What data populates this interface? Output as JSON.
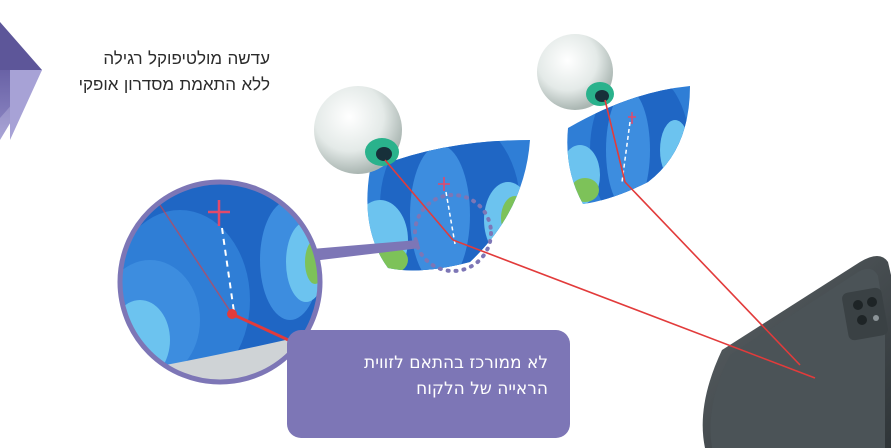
{
  "caption": {
    "line1": "עדשה מולטיפוקל רגילה",
    "line2": "ללא התאמת מסדרון אופקי"
  },
  "callout": {
    "line1": "לא ממורכז בהתאם לזווית",
    "line2": "הראייה של הלקוח"
  },
  "colors": {
    "brand_purple": "#7d76b6",
    "lens_blue": "#2f7ed6",
    "lens_light": "#6cc3ef",
    "lens_green": "#7dc259",
    "ray_red": "#e23b3b",
    "iris": "#2ab28c"
  },
  "icons": [
    "chevron-arrow-icon",
    "eyeball-icon",
    "progressive-lens-icon",
    "smartphone-icon",
    "magnifier-icon"
  ]
}
